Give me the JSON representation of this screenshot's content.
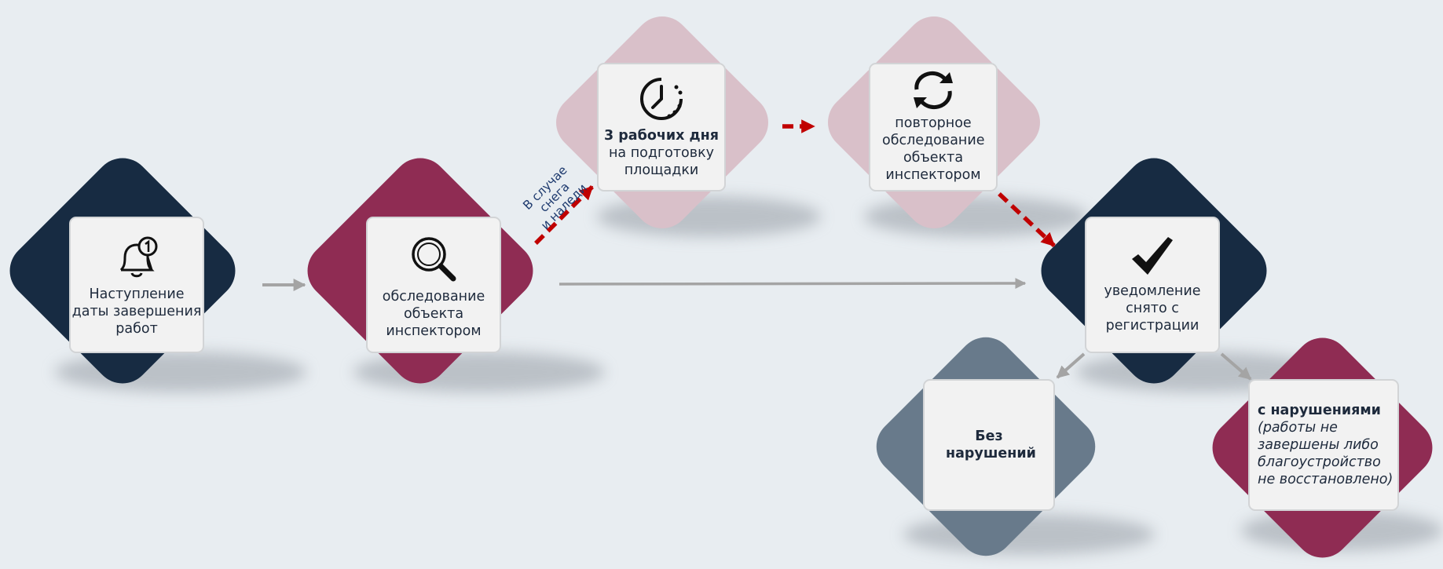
{
  "colors": {
    "background": "#e8edf1",
    "navy": "#172b42",
    "crimson": "#8f2c53",
    "light_pink": "#d9c0c9",
    "slate": "#687a8b",
    "card": "#f2f2f2",
    "gray_arrow": "#a4a4a4",
    "red_dashed_arrow": "#c00000"
  },
  "nodes": {
    "start": {
      "icon": "bell-notification-icon",
      "text": "Наступление даты завершения работ"
    },
    "inspection": {
      "icon": "magnifier-icon",
      "text": "обследование объекта инспектором"
    },
    "prep": {
      "icon": "clock-timer-icon",
      "bold": "3 рабочих дня",
      "text": "на подготовку площадки"
    },
    "reinspection": {
      "icon": "refresh-icon",
      "text": "повторное обследование объекта инспектором"
    },
    "removed": {
      "icon": "checkmark-icon",
      "text": "уведомление снято с регистрации"
    },
    "no_violations": {
      "bold": "Без нарушений"
    },
    "with_violations": {
      "bold": "с нарушениями",
      "italic": "(работы не завершены либо благоустройство не восстановлено)"
    }
  },
  "notes": {
    "snow": [
      "В случае",
      "снега",
      "и наледи"
    ]
  }
}
